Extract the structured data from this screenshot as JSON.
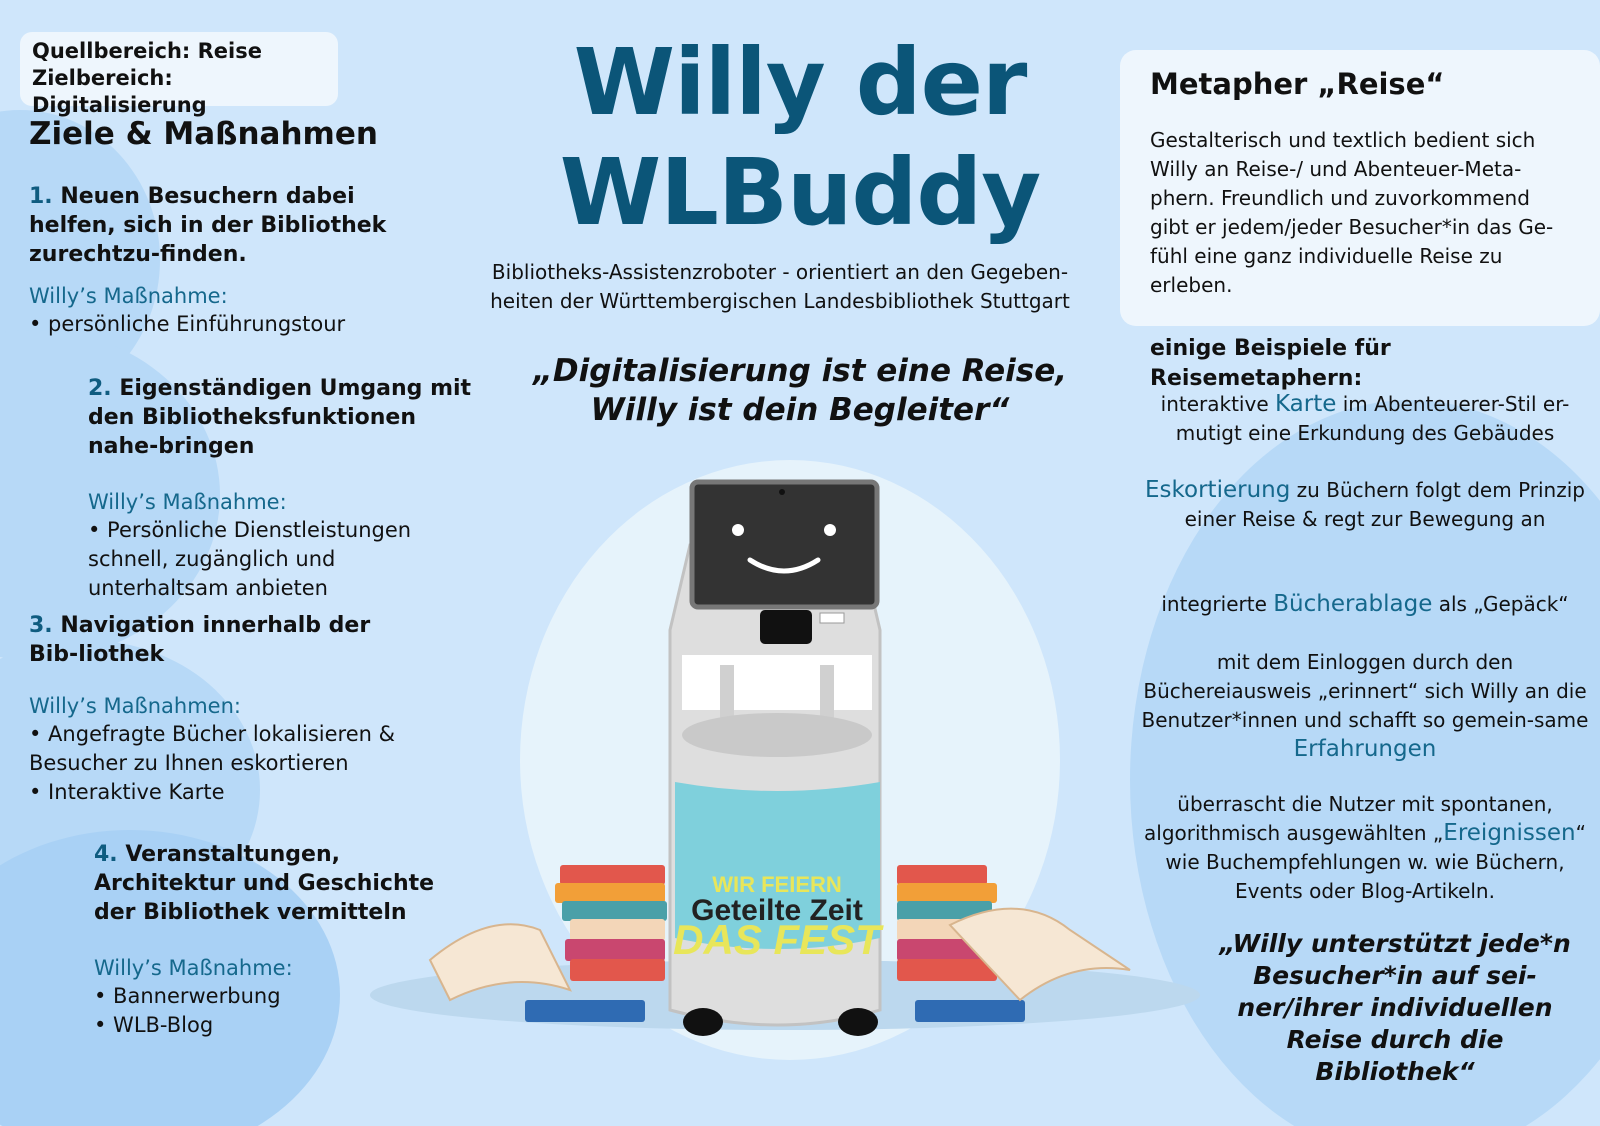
{
  "tag": {
    "line1": "Quellbereich: Reise",
    "line2": "Zielbereich: Digitalisierung"
  },
  "left": {
    "heading": "Ziele & Maßnahmen",
    "goals": [
      {
        "num": "1.",
        "text": "Neuen Besuchern dabei helfen, sich in der Bibliothek zurechtzu-finden.",
        "label": "Willy’s Maßnahme:",
        "items": [
          "• persönliche Einführungstour"
        ]
      },
      {
        "num": "2.",
        "text": "Eigenständigen Umgang mit den Bibliotheksfunktionen nahe-bringen",
        "label": "Willy’s Maßnahme:",
        "items": [
          "• Persönliche Dienstleistungen schnell, zugänglich und unterhaltsam anbieten"
        ]
      },
      {
        "num": "3.",
        "text": "Navigation innerhalb der Bib-liothek",
        "label": "Willy’s Maßnahmen:",
        "items": [
          "• Angefragte Bücher lokalisieren & Besucher zu Ihnen eskortieren",
          "• Interaktive Karte"
        ]
      },
      {
        "num": "4.",
        "text": "Veranstaltungen, Architektur und Geschichte der Bibliothek vermitteln",
        "label": "Willy’s Maßnahme:",
        "items": [
          "• Bannerwerbung",
          "• WLB-Blog"
        ]
      }
    ]
  },
  "center": {
    "title1": "Willy der",
    "title2": "WLBuddy",
    "subtitle": "Bibliotheks-Assistenzroboter - orientiert an den Gegeben-heiten der Württembergischen Landesbibliothek Stuttgart",
    "quote": "„Digitalisierung ist eine Reise, Willy ist dein Begleiter“",
    "banner": {
      "line1": "WIR FEIERN",
      "line2": "Geteilte Zeit",
      "line3": "DAS FEST"
    }
  },
  "right": {
    "meta_title": "Metapher „Reise“",
    "meta_text": "Gestalterisch und textlich bedient sich Willy an Reise-/ und Abenteuer-Meta-phern. Freundlich und zuvorkommend gibt er jedem/jeder Besucher*in das Ge-fühl eine ganz individuelle Reise zu erleben.",
    "examples_title": "einige Beispiele für Reisemetaphern:",
    "ex1": {
      "pre": "interaktive ",
      "hl": "Karte",
      "post": " im Abenteuerer-Stil er-mutigt eine Erkundung des Gebäudes"
    },
    "ex2": {
      "pre": "",
      "hl": "Eskortierung",
      "post": " zu Büchern folgt dem Prinzip einer Reise & regt zur Bewegung an"
    },
    "ex3": {
      "pre": "integrierte ",
      "hl": "Bücherablage",
      "post": " als „Gepäck“"
    },
    "ex4": {
      "pre": "mit dem Einloggen durch den Büchereiausweis „erinnert“ sich Willy an die Benutzer*innen und schafft so gemein-same ",
      "hl": "Erfahrungen",
      "post": ""
    },
    "ex5": {
      "pre": "überrascht die Nutzer mit spontanen, algorithmisch ausgewählten „",
      "hl": "Ereignissen",
      "post": "“ wie Buchempfehlungen w. wie Büchern, Events oder Blog-Artikeln."
    },
    "quote": "„Willy unterstützt jede*n Besucher*in auf sei-ner/ihrer individuellen Reise durch die Bibliothek“"
  },
  "colors": {
    "accent": "#0b5578",
    "highlight": "#15688c",
    "background": "#cfe6fb",
    "panel": "#eef6fd"
  }
}
